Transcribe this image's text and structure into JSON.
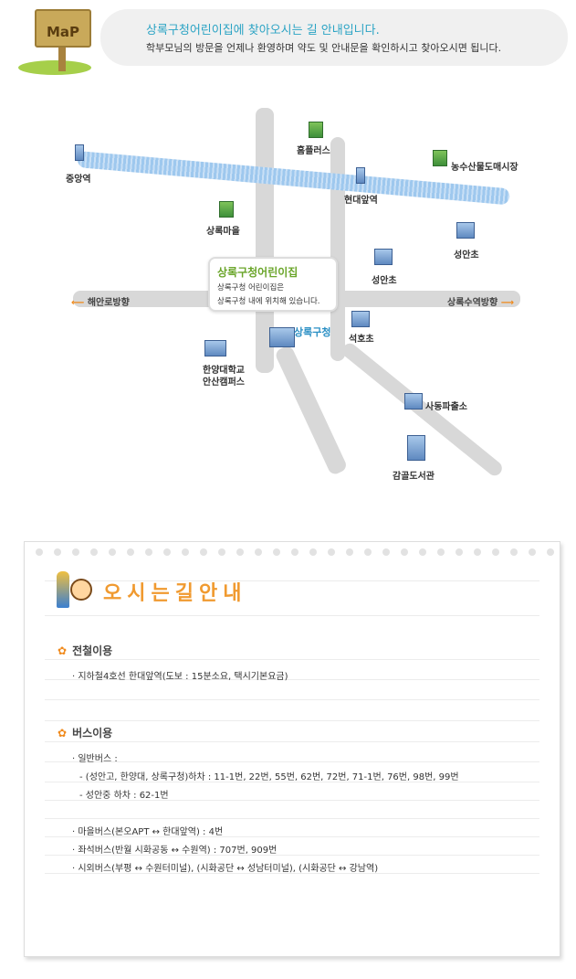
{
  "header": {
    "sign_text": "MaP",
    "title": "상록구청어린이집에 찾아오시는 길 안내입니다.",
    "subtitle": "학부모님의 방문을 언제나 환영하며 약도 및 안내문을 확인하시고 찾아오시면 됩니다."
  },
  "map": {
    "labels": {
      "jungang": "중앙역",
      "homeplus": "홈플러스",
      "market": "농수산물도매시장",
      "handae": "현대앞역",
      "sangnok_village": "상록마을",
      "seongan_1": "성안초",
      "seongan_2": "성안초",
      "haean": "해안로방향",
      "suam": "상록수역방향",
      "gucheong": "상록구청",
      "seokho": "석호초",
      "hanyang_1": "한양대학교",
      "hanyang_2": "안산캠퍼스",
      "police": "사동파출소",
      "library": "감골도서관"
    },
    "callout": {
      "title": "상록구청어린이집",
      "line1": "상록구청 어린이집은",
      "line2": "상록구청 내에 위치해 있습니다."
    }
  },
  "guide": {
    "title": "오시는길안내",
    "subway": {
      "heading": "전철이용",
      "items": [
        "· 지하철4호선 한대앞역(도보 : 15분소요, 택시기본요금)"
      ]
    },
    "bus": {
      "heading": "버스이용",
      "items": [
        "· 일반버스 :",
        "- (성안고, 한양대, 상록구청)하차 : 11-1번, 22번, 55번, 62번, 72번, 71-1번, 76번, 98번, 99번",
        "- 성안중 하차  : 62-1번",
        "· 마을버스(본오APT ↔ 한대앞역) : 4번",
        "· 좌석버스(반월 시화공동 ↔ 수원역) : 707번, 909번",
        "· 시외버스(부평 ↔ 수원터미널), (시화공단 ↔ 성남터미널), (시화공단 ↔ 강남역)"
      ]
    }
  }
}
